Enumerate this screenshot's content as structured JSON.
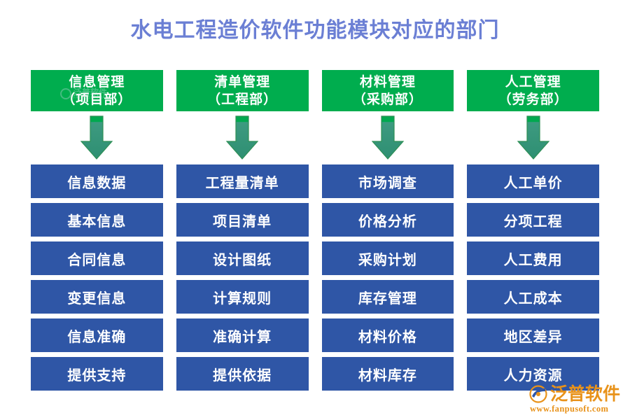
{
  "title": "水电工程造价软件功能模块对应的部门",
  "colors": {
    "title": "#6B7FD4",
    "header_green": "#00AD4E",
    "item_blue": "#2F56A6",
    "arrow_cap": "#00A94F",
    "arrow_body": "#369178",
    "logo_orange": "#E8921A",
    "background": "#FFFFFF"
  },
  "columns": [
    {
      "header": {
        "module": "信息管理",
        "department": "（项目部）"
      },
      "arrow": "down-arrow-icon",
      "items": [
        "信息数据",
        "基本信息",
        "合同信息",
        "变更信息",
        "信息准确",
        "提供支持"
      ]
    },
    {
      "header": {
        "module": "清单管理",
        "department": "（工程部）"
      },
      "arrow": "down-arrow-icon",
      "items": [
        "工程量清单",
        "项目清单",
        "设计图纸",
        "计算规则",
        "准确计算",
        "提供依据"
      ]
    },
    {
      "header": {
        "module": "材料管理",
        "department": "（采购部）"
      },
      "arrow": "down-arrow-icon",
      "items": [
        "市场调查",
        "价格分析",
        "采购计划",
        "库存管理",
        "材料价格",
        "材料库存"
      ]
    },
    {
      "header": {
        "module": "人工管理",
        "department": "（劳务部）"
      },
      "arrow": "down-arrow-icon",
      "items": [
        "人工单价",
        "分项工程",
        "人工费用",
        "人工成本",
        "地区差异",
        "人力资源"
      ]
    }
  ],
  "watermark": {
    "brand": "泛普软件",
    "brand_en": "FANPU SOFTWARE"
  },
  "logo": {
    "brand": "泛普软件",
    "url": "www.fanpusoft.com"
  }
}
